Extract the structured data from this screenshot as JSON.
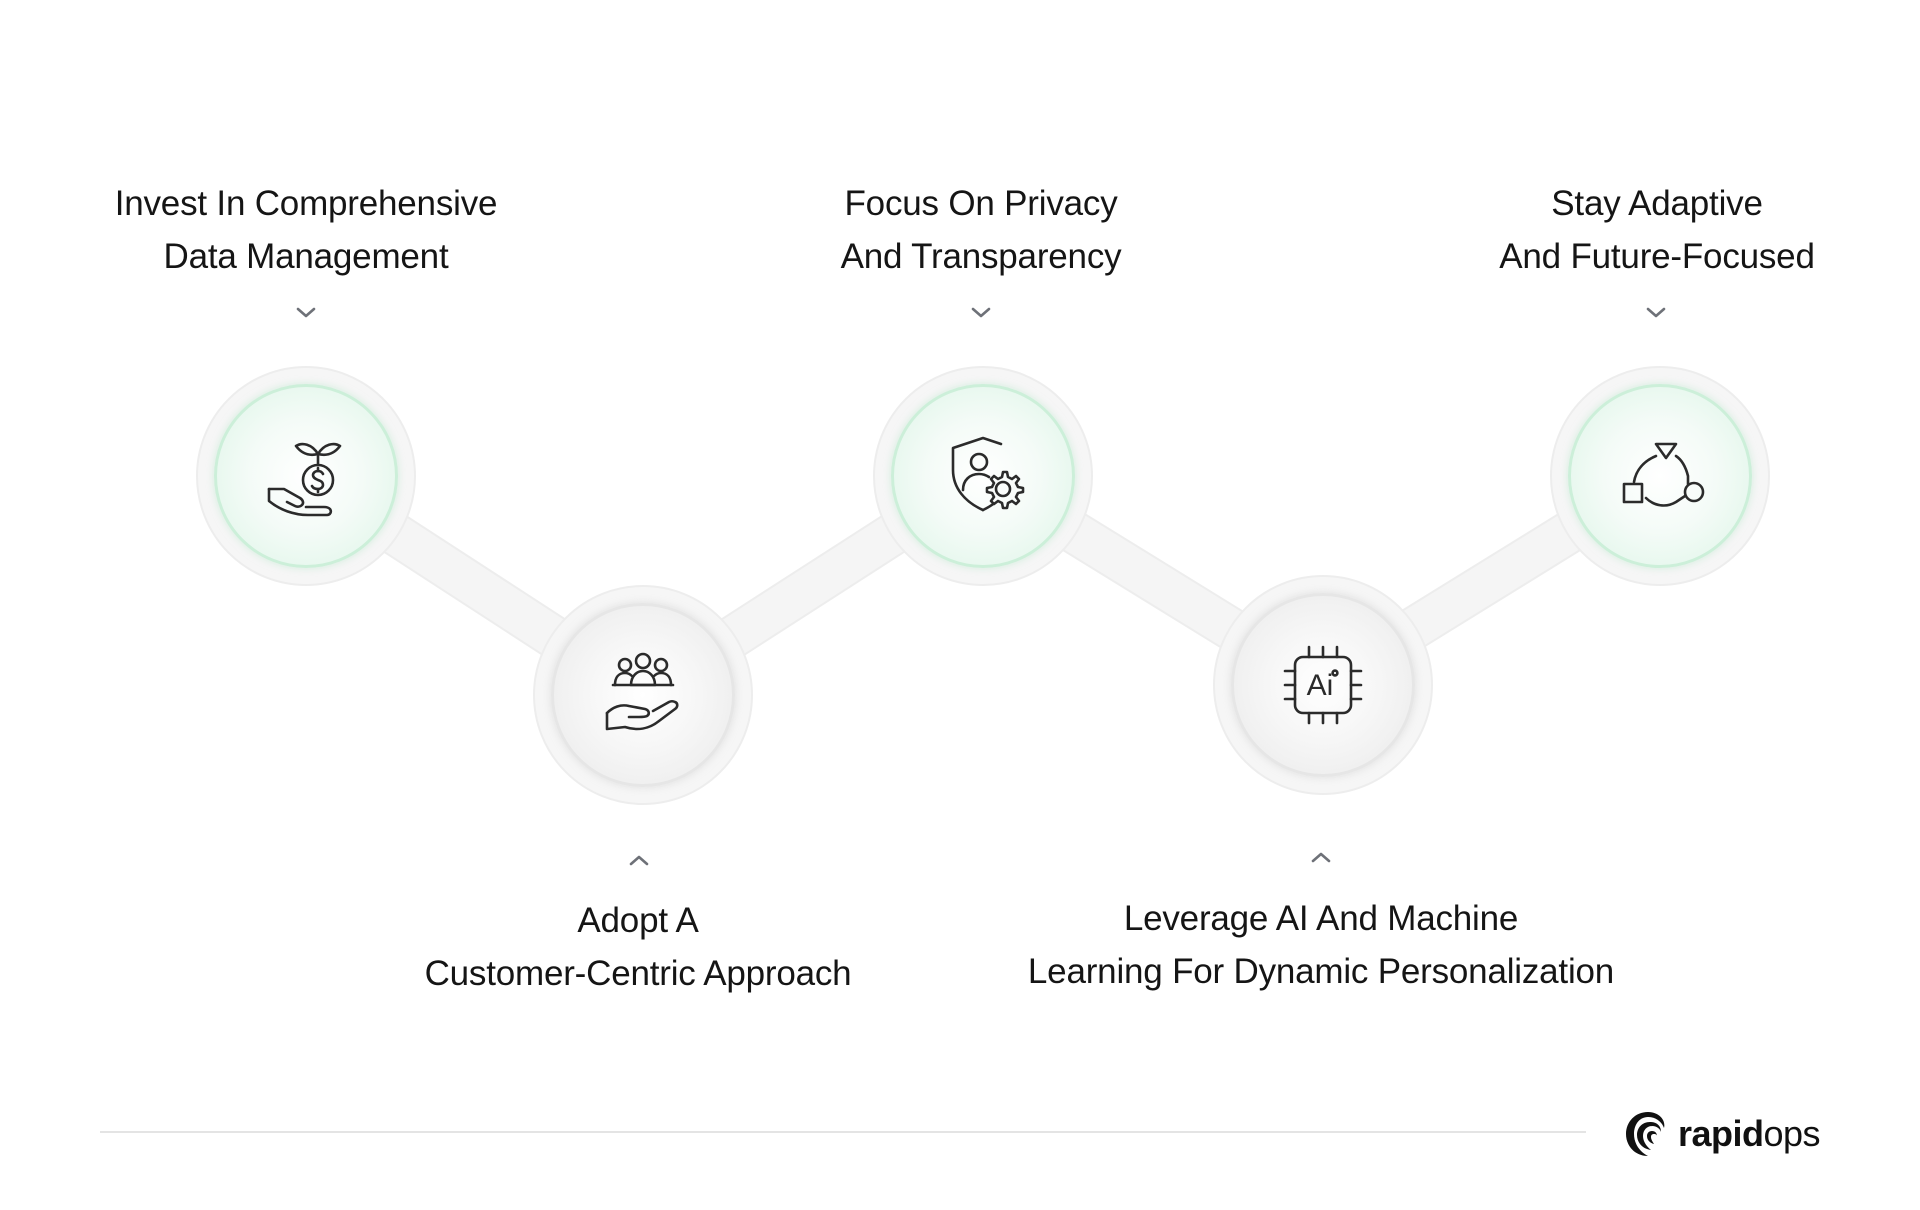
{
  "steps": [
    {
      "id": "invest",
      "line1": "Invest In Comprehensive",
      "line2": "Data Management",
      "icon": "hand-plant-dollar-icon",
      "tone": "green"
    },
    {
      "id": "adopt",
      "line1": "Adopt A",
      "line2": "Customer-Centric Approach",
      "icon": "hand-people-icon",
      "tone": "grey"
    },
    {
      "id": "privacy",
      "line1": "Focus On Privacy",
      "line2": "And Transparency",
      "icon": "shield-user-gear-icon",
      "tone": "green"
    },
    {
      "id": "ai",
      "line1": "Leverage AI And Machine",
      "line2": "Learning For Dynamic Personalization",
      "icon": "ai-chip-icon",
      "icon_text": "Ai",
      "tone": "grey"
    },
    {
      "id": "adaptive",
      "line1": "Stay Adaptive",
      "line2": "And Future-Focused",
      "icon": "adaptive-cycle-icon",
      "tone": "green"
    }
  ],
  "brand": {
    "name_bold": "rapid",
    "name_light": "ops",
    "logo_icon": "rapidops-swirl-icon"
  },
  "colors": {
    "accent_green": "#dcf5e6",
    "track": "#f3f3f3",
    "text": "#151515",
    "chevron": "#6e7178",
    "icon_stroke": "#2b2b2b"
  }
}
